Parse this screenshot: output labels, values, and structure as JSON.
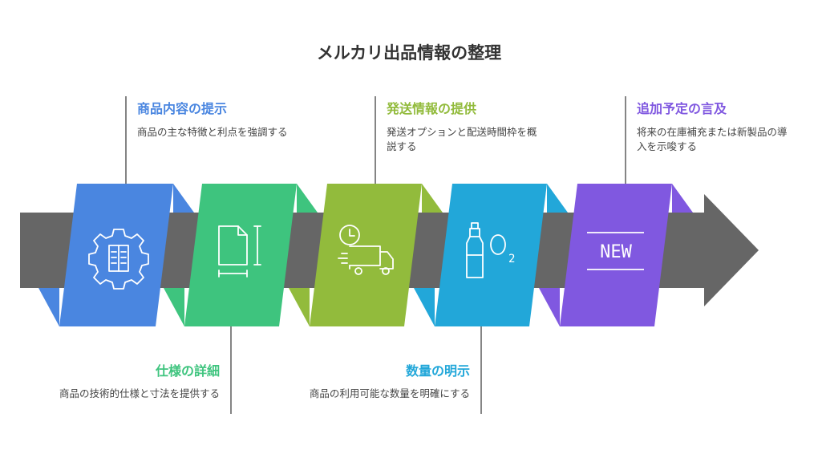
{
  "title": "メルカリ出品情報の整理",
  "steps": [
    {
      "title": "商品内容の提示",
      "desc": "商品の主な特徴と利点を強調する",
      "color": "#4a86e0",
      "dark": "#3a6cc0",
      "icon": "settings-document-icon"
    },
    {
      "title": "仕様の詳細",
      "desc": "商品の技術的仕様と寸法を提供する",
      "color": "#3ec47e",
      "dark": "#2ea064",
      "icon": "document-dimensions-icon"
    },
    {
      "title": "発送情報の提供",
      "desc": "発送オプションと配送時間枠を概説する",
      "color": "#92bb3c",
      "dark": "#78a02c",
      "icon": "delivery-truck-clock-icon"
    },
    {
      "title": "数量の明示",
      "desc": "商品の利用可能な数量を明確にする",
      "color": "#22a7d9",
      "dark": "#1a88b4",
      "icon": "bottle-o2-icon"
    },
    {
      "title": "追加予定の言及",
      "desc": "将来の在庫補充または新製品の導入を示唆する",
      "color": "#8058e0",
      "dark": "#6a44c4",
      "icon": "new-label-icon"
    }
  ],
  "new_label": "NEW",
  "o2_label": "O",
  "o2_sub": "2"
}
